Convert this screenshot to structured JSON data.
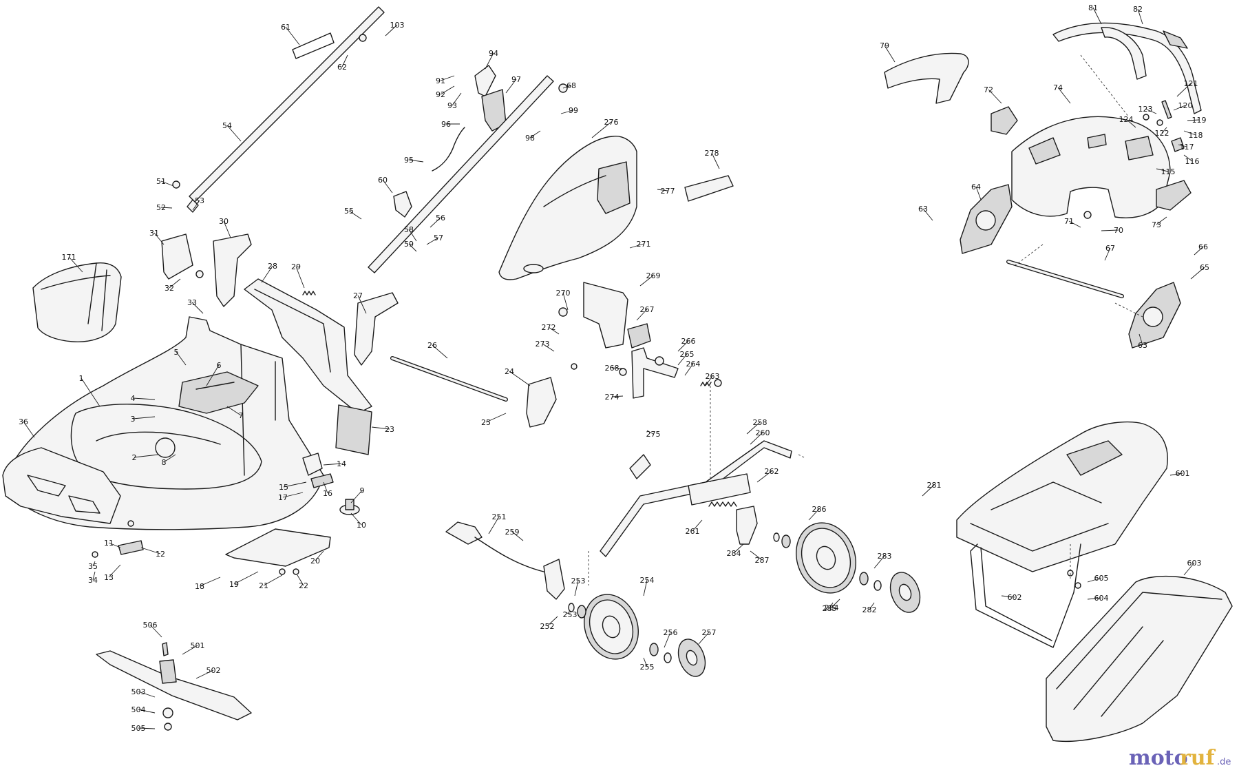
{
  "diagram": {
    "callouts": [
      "1",
      "2",
      "3",
      "4",
      "5",
      "6",
      "7",
      "8",
      "9",
      "10",
      "11",
      "12",
      "13",
      "14",
      "15",
      "16",
      "17",
      "18",
      "19",
      "20",
      "21",
      "22",
      "23",
      "24",
      "25",
      "26",
      "27",
      "28",
      "29",
      "30",
      "31",
      "32",
      "33",
      "34",
      "35",
      "36",
      "51",
      "52",
      "53",
      "54",
      "55",
      "56",
      "57",
      "58",
      "59",
      "60",
      "61",
      "62",
      "63",
      "63",
      "64",
      "65",
      "66",
      "67",
      "68",
      "70",
      "71",
      "72",
      "73",
      "74",
      "79",
      "81",
      "82",
      "91",
      "92",
      "93",
      "94",
      "95",
      "96",
      "97",
      "98",
      "99",
      "103",
      "115",
      "116",
      "117",
      "118",
      "119",
      "120",
      "121",
      "122",
      "123",
      "124",
      "171",
      "251",
      "252",
      "253",
      "253",
      "254",
      "255",
      "256",
      "257",
      "258",
      "259",
      "260",
      "261",
      "262",
      "263",
      "264",
      "265",
      "266",
      "267",
      "268",
      "269",
      "270",
      "271",
      "272",
      "273",
      "274",
      "275",
      "276",
      "277",
      "278",
      "281",
      "282",
      "283",
      "284",
      "284",
      "285",
      "286",
      "287",
      "501",
      "502",
      "503",
      "504",
      "505",
      "506",
      "601",
      "602",
      "603",
      "604",
      "605"
    ]
  },
  "watermark": {
    "part1": "moto",
    "part2": "ruf",
    "part3": ".de"
  }
}
